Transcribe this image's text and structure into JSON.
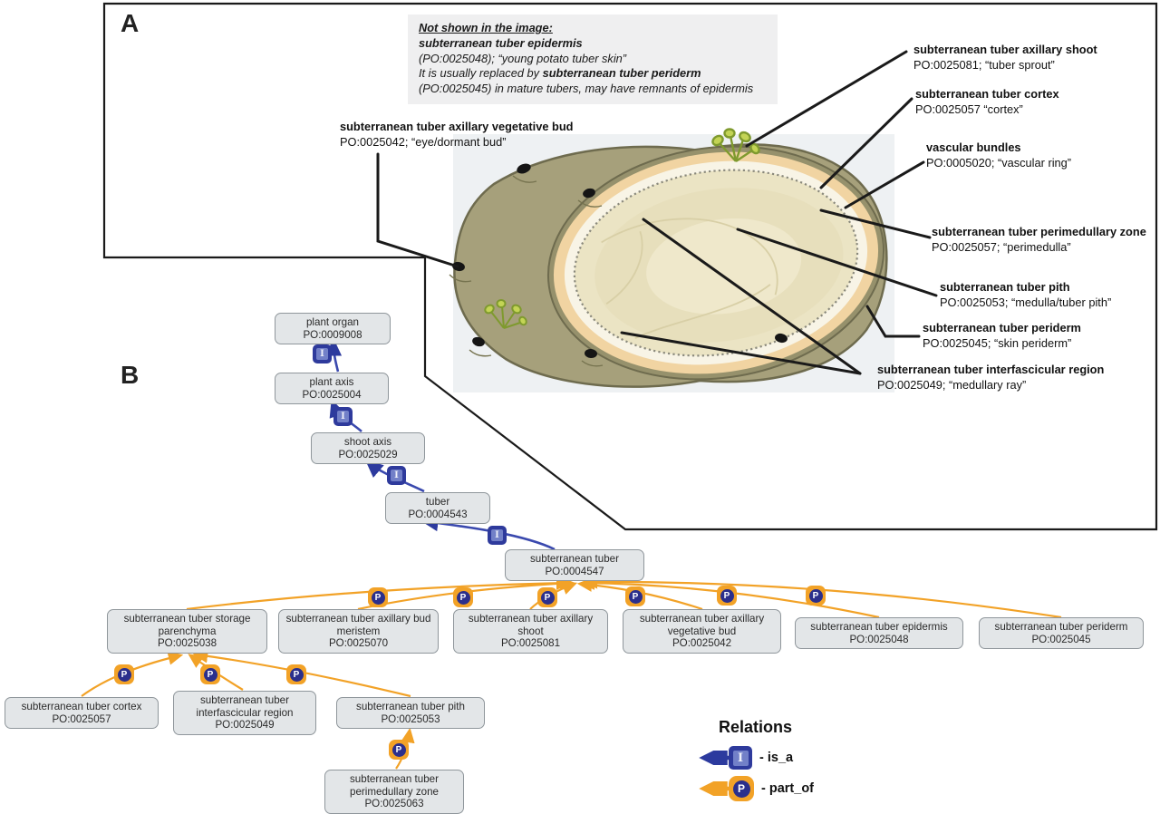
{
  "figure": {
    "panelA_letter": "A",
    "panelB_letter": "B"
  },
  "note": {
    "line1": "Not shown in the image:",
    "line2": "subterranean tuber epidermis",
    "line3": "(PO:0025048);  “young potato tuber skin”",
    "line4a": "It is usually replaced by ",
    "line4b": "subterranean tuber periderm",
    "line5": "(PO:0025045) in mature tubers, may have remnants of epidermis"
  },
  "annotations": [
    {
      "name": "subterranean tuber axillary vegetative bud",
      "detail": "PO:0025042; “eye/dormant bud”"
    },
    {
      "name": "subterranean tuber axillary shoot",
      "detail": "PO:0025081; “tuber sprout”"
    },
    {
      "name": "subterranean tuber cortex",
      "detail": "PO:0025057 “cortex”"
    },
    {
      "name": "vascular bundles",
      "detail": "PO:0005020; “vascular ring”"
    },
    {
      "name": "subterranean tuber perimedullary zone",
      "detail": "PO:0025057; “perimedulla”"
    },
    {
      "name": "subterranean tuber pith",
      "detail": "PO:0025053; “medulla/tuber pith”"
    },
    {
      "name": "subterranean tuber periderm",
      "detail": "PO:0025045; “skin periderm”"
    },
    {
      "name": "subterranean tuber interfascicular region",
      "detail": "PO:0025049; “medullary ray”"
    }
  ],
  "graph": {
    "nodes": [
      {
        "name": "plant organ",
        "id": "PO:0009008"
      },
      {
        "name": "plant axis",
        "id": "PO:0025004"
      },
      {
        "name": "shoot axis",
        "id": "PO:0025029"
      },
      {
        "name": "tuber",
        "id": "PO:0004543"
      },
      {
        "name": "subterranean tuber",
        "id": "PO:0004547"
      },
      {
        "name": "subterranean tuber storage parenchyma",
        "id": "PO:0025038"
      },
      {
        "name": "subterranean tuber axillary bud meristem",
        "id": "PO:0025070"
      },
      {
        "name": "subterranean tuber axillary shoot",
        "id": "PO:0025081"
      },
      {
        "name": "subterranean tuber axillary vegetative bud",
        "id": "PO:0025042"
      },
      {
        "name": "subterranean tuber epidermis",
        "id": "PO:0025048"
      },
      {
        "name": "subterranean tuber periderm",
        "id": "PO:0025045"
      },
      {
        "name": "subterranean tuber cortex",
        "id": "PO:0025057"
      },
      {
        "name": "subterranean tuber interfascicular region",
        "id": "PO:0025049"
      },
      {
        "name": "subterranean tuber pith",
        "id": "PO:0025053"
      },
      {
        "name": "subterranean tuber perimedullary zone",
        "id": "PO:0025063"
      }
    ],
    "relations": [
      {
        "from": "plant axis",
        "to": "plant organ",
        "type": "is_a"
      },
      {
        "from": "shoot axis",
        "to": "plant axis",
        "type": "is_a"
      },
      {
        "from": "tuber",
        "to": "shoot axis",
        "type": "is_a"
      },
      {
        "from": "subterranean tuber",
        "to": "tuber",
        "type": "is_a"
      },
      {
        "from": "subterranean tuber storage parenchyma",
        "to": "subterranean tuber",
        "type": "part_of"
      },
      {
        "from": "subterranean tuber axillary bud meristem",
        "to": "subterranean tuber",
        "type": "part_of"
      },
      {
        "from": "subterranean tuber axillary shoot",
        "to": "subterranean tuber",
        "type": "part_of"
      },
      {
        "from": "subterranean tuber axillary vegetative bud",
        "to": "subterranean tuber",
        "type": "part_of"
      },
      {
        "from": "subterranean tuber epidermis",
        "to": "subterranean tuber",
        "type": "part_of"
      },
      {
        "from": "subterranean tuber periderm",
        "to": "subterranean tuber",
        "type": "part_of"
      },
      {
        "from": "subterranean tuber cortex",
        "to": "subterranean tuber storage parenchyma",
        "type": "part_of"
      },
      {
        "from": "subterranean tuber interfascicular region",
        "to": "subterranean tuber storage parenchyma",
        "type": "part_of"
      },
      {
        "from": "subterranean tuber pith",
        "to": "subterranean tuber storage parenchyma",
        "type": "part_of"
      },
      {
        "from": "subterranean tuber perimedullary zone",
        "to": "subterranean tuber pith",
        "type": "part_of"
      }
    ]
  },
  "legend": {
    "title": "Relations",
    "is_a_label": "- is_a",
    "part_of_label": "- part_of",
    "is_a_symbol": "I",
    "part_of_symbol": "P"
  },
  "colors": {
    "is_a_blue": "#3a49ae",
    "part_of_orange": "#f2a227",
    "marker_navy": "#2b2f8c",
    "node_fill": "#e3e6e8",
    "node_border": "#8f969b",
    "note_bg": "#efeff0",
    "potato_skin": "#a6a07b",
    "tuber_flesh": "#ebe4c4",
    "peach_ring": "#f1d4a2",
    "photo_bg": "#eef1f3"
  }
}
